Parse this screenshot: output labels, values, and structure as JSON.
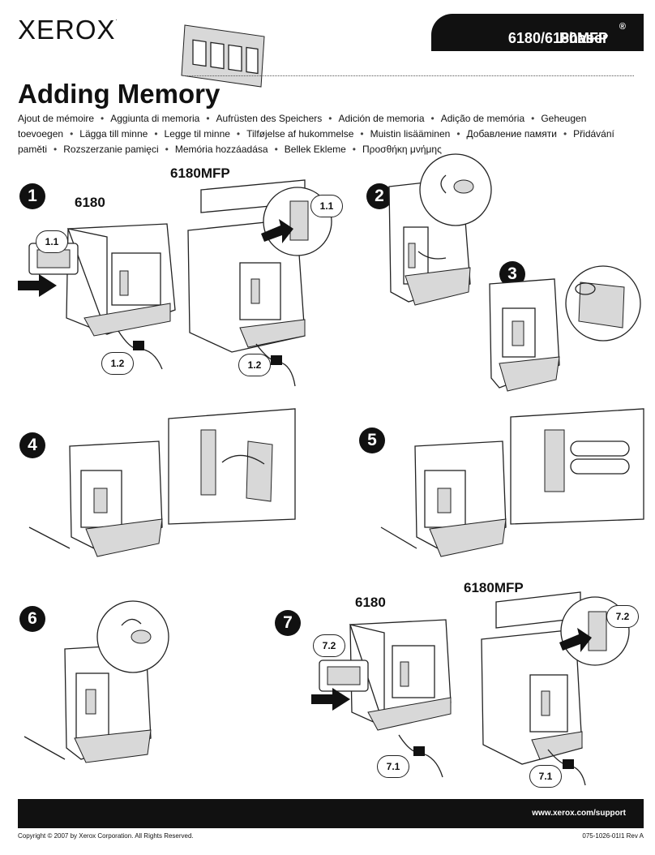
{
  "header": {
    "logo": "XEROX",
    "logo_mark": ".",
    "banner_prefix": "Phaser",
    "banner_reg": "®",
    "banner_models": " 6180/6180MFP",
    "title": "Adding Memory"
  },
  "languages": [
    "Ajout de mémoire",
    "Aggiunta di memoria",
    "Aufrüsten des Speichers",
    "Adición de memoria",
    "Adição de memória",
    "Geheugen toevoegen",
    "Lägga till minne",
    "Legge til minne",
    "Tilføjelse af hukommelse",
    "Muistin lisääminen",
    "Добавление памяти",
    "Přidávání paměti",
    "Rozszerzanie pamięci",
    "Memória hozzáadása",
    "Bellek Ekleme",
    "Προσθήκη μνήμης"
  ],
  "steps": {
    "s1": {
      "num": "1",
      "model_a": "6180",
      "model_b": "6180MFP",
      "call_a1": "1.1",
      "call_a2": "1.2",
      "call_b1": "1.1",
      "call_b2": "1.2"
    },
    "s2": {
      "num": "2"
    },
    "s3": {
      "num": "3"
    },
    "s4": {
      "num": "4"
    },
    "s5": {
      "num": "5"
    },
    "s6": {
      "num": "6"
    },
    "s7": {
      "num": "7",
      "model_a": "6180",
      "model_b": "6180MFP",
      "call_a1": "7.2",
      "call_a2": "7.1",
      "call_b1": "7.2",
      "call_b2": "7.1"
    }
  },
  "footer": {
    "url": "www.xerox.com/support",
    "copyright": "Copyright © 2007 by Xerox Corporation.  All Rights Reserved.",
    "doc_number": "075-1026-01I1 Rev A"
  }
}
